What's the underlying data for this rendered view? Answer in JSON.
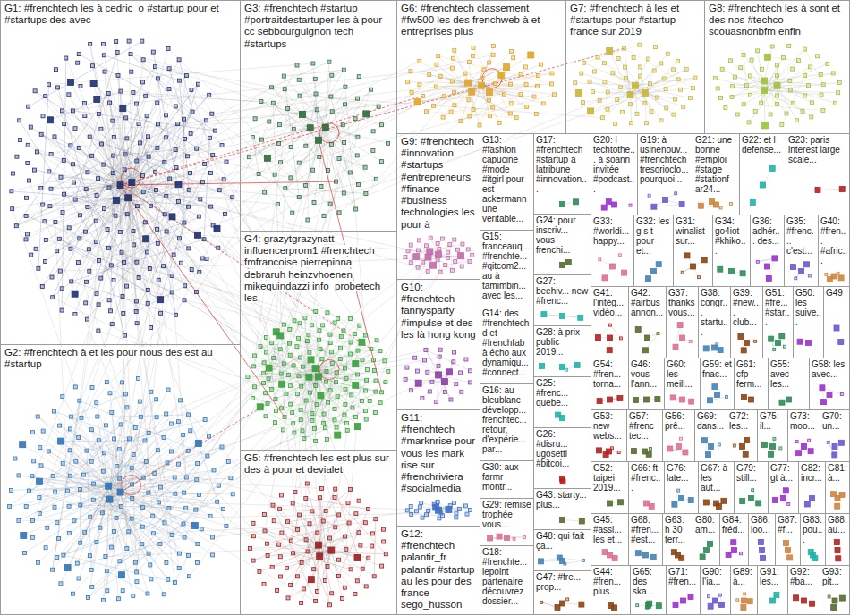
{
  "diagram": {
    "nodes": [
      {
        "text": [
          "G1: #frenchtech les à cedric_o #startup pour et #startups des avec"
        ]
      },
      {
        "text": [
          "G3: #frenchtech #startup #portraitdestartuper les à pour cc sebbourguignon tech #startups"
        ]
      },
      {
        "text": [
          "G6: #frenchtech classement #fw500 les des frenchweb à et entreprises plus"
        ]
      },
      {
        "text": [
          "G7: #frenchtech à les et #startups pour #startup france sur 2019"
        ]
      },
      {
        "text": [
          "G8: #frenchtech les à sont et des nos #techco scouasnonbfm enfin"
        ]
      },
      {
        "text": [
          "G4: grazytgrazynatt influencerprom1 #frenchtech fmfrancoise pierrepinna debraruh heinzvhoenen mikequindazzi info_probetech les"
        ]
      },
      {
        "text": [
          "G9: #frenchtech #innovation #startups #entrepreneurs #finance #business technologies les pour à"
        ]
      },
      {
        "text": [
          "G13: #fashion capucine #mode #itgirl pour est ackermann une veritable..."
        ]
      },
      {
        "text": [
          "G17: #frenchtech #startup à latribune #innovation..."
        ]
      },
      {
        "text": [
          "G20: l techtothe... à soann invitée #podcast..."
        ]
      },
      {
        "text": [
          "G19: à usinenouv... #frenchtech tresorioclo... pourquoi..."
        ]
      },
      {
        "text": [
          "G21: une bonne #emploi #stage #stationf ar24..."
        ]
      },
      {
        "text": [
          "G22: et l defense..."
        ]
      },
      {
        "text": [
          "G23: paris interest large scale..."
        ]
      },
      {
        "text": [
          "G24: pour inscriv... vous frenchi..."
        ]
      },
      {
        "text": [
          "G33: #worldi... happy..."
        ]
      },
      {
        "text": [
          "G32: les g s t pour et..."
        ]
      },
      {
        "text": [
          "G31: winalist sur..."
        ]
      },
      {
        "text": [
          "G34: go4iot #khiko..."
        ]
      },
      {
        "text": [
          "G36: adhér... des..."
        ]
      },
      {
        "text": [
          "G35: #frenc... c'est..."
        ]
      },
      {
        "text": [
          "G40: #fren... #afric..."
        ]
      },
      {
        "text": [
          "G27: beehiv... new #frenc..."
        ]
      },
      {
        "text": [
          "G41: l'intég... vidéo..."
        ]
      },
      {
        "text": [
          "G42: #airbus annon..."
        ]
      },
      {
        "text": [
          "G37: thanks vous..."
        ]
      },
      {
        "text": [
          "G38: congr... startu..."
        ]
      },
      {
        "text": [
          "G39: #new... club..."
        ]
      },
      {
        "text": [
          "G51: #fre... #star..."
        ]
      },
      {
        "text": [
          "G50: les suive..."
        ]
      },
      {
        "text": [
          "G49"
        ]
      },
      {
        "text": [
          "G15: franceauq... #frenchte... #qitcom2... au à tamimbin... avec les..."
        ]
      },
      {
        "text": [
          "G28: à prix public 2019..."
        ]
      },
      {
        "text": [
          "G54: #fren... torna..."
        ]
      },
      {
        "text": [
          "G46: vous l'ann..."
        ]
      },
      {
        "text": [
          "G60: les meill..."
        ]
      },
      {
        "text": [
          "G59: et fnac..."
        ]
      },
      {
        "text": [
          "G61: cfp ferm..."
        ]
      },
      {
        "text": [
          "G55: avec les..."
        ]
      },
      {
        "text": [
          "G58: les avec..."
        ]
      },
      {
        "text": [
          "G10: #frenchtech fannysparty #impulse et des les là hong kong"
        ]
      },
      {
        "text": [
          "G14: des #frenchtech d et #frenchfab à écho aux dynamiqu... #connect..."
        ]
      },
      {
        "text": [
          "G25: #frenc... quebe..."
        ]
      },
      {
        "text": [
          "G53: new webs..."
        ]
      },
      {
        "text": [
          "G57: #frenc tec..."
        ]
      },
      {
        "text": [
          "G56: prê..."
        ]
      },
      {
        "text": [
          "G69: dans..."
        ]
      },
      {
        "text": [
          "G72: les..."
        ]
      },
      {
        "text": [
          "G75: il..."
        ]
      },
      {
        "text": [
          "G73: moo..."
        ]
      },
      {
        "text": [
          "G70: un..."
        ]
      },
      {
        "text": [
          "G2: #frenchtech à et les pour nous des est au #startup"
        ]
      },
      {
        "text": [
          "G16: au bleublanc développ... frenchtec... retour, d'expérie... par..."
        ]
      },
      {
        "text": [
          "G26: #disru... ugosetti #bitcoi..."
        ]
      },
      {
        "text": [
          "G52: taipei 2019..."
        ]
      },
      {
        "text": [
          "G66: ft #frenc..."
        ]
      },
      {
        "text": [
          "G76: late..."
        ]
      },
      {
        "text": [
          "G67: à les aut..."
        ]
      },
      {
        "text": [
          "G79: still..."
        ]
      },
      {
        "text": [
          "G77: gt à..."
        ]
      },
      {
        "text": [
          "G82: incr..."
        ]
      },
      {
        "text": [
          "G81: à..."
        ]
      },
      {
        "text": [
          "G11: #frenchtech #marknrise pour vous les mark rise sur #frenchriviera #socialmedia"
        ]
      },
      {
        "text": [
          "G30: aux farmr montr..."
        ]
      },
      {
        "text": [
          "G43: starty... plus..."
        ]
      },
      {
        "text": [
          "G45: #assi... les et..."
        ]
      },
      {
        "text": [
          "G68: #fren... #est..."
        ]
      },
      {
        "text": [
          "G63: h 30 terr..."
        ]
      },
      {
        "text": [
          "G80: am..."
        ]
      },
      {
        "text": [
          "G84: fréd..."
        ]
      },
      {
        "text": [
          "G86: loo..."
        ]
      },
      {
        "text": [
          "G87: #f..."
        ]
      },
      {
        "text": [
          "G83: pou..."
        ]
      },
      {
        "text": [
          "G88: au..."
        ]
      },
      {
        "text": [
          "G5: #frenchtech les est plus sur des à pour et devialet"
        ]
      },
      {
        "text": [
          "G29: remise trophée vous..."
        ]
      },
      {
        "text": [
          "G48: qui fait ça..."
        ]
      },
      {
        "text": [
          "G44: #fren... plus..."
        ]
      },
      {
        "text": [
          "G65: des ska..."
        ]
      },
      {
        "text": [
          "G71: #fren..."
        ]
      },
      {
        "text": [
          "G90: l'ia..."
        ]
      },
      {
        "text": [
          "G89: à..."
        ]
      },
      {
        "text": [
          "G91: les..."
        ]
      },
      {
        "text": [
          "G92: #ba..."
        ]
      },
      {
        "text": [
          "G93: pit..."
        ]
      },
      {
        "text": [
          "G12: #frenchtech palantir_fr palantir #startup au les pour des france sego_husson"
        ]
      },
      {
        "text": [
          "G18: #frenchte... lepoint partenaire découvrez dossier..."
        ]
      },
      {
        "text": [
          "G47: #fre... prop..."
        ]
      }
    ]
  }
}
